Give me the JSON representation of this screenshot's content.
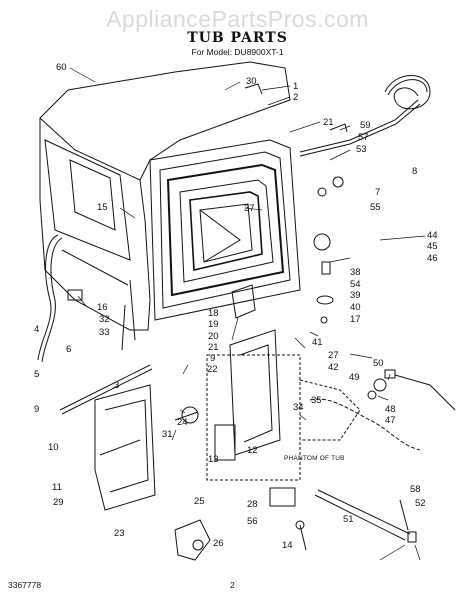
{
  "watermark": "AppliancePartsPros.com",
  "title": "TUB PARTS",
  "subtitle": "For Model: DU8900XT-1",
  "doc_number": "3367778",
  "page_number": "2",
  "phantom_label": "PHANTOM OF TUB",
  "callouts": [
    "60",
    "30",
    "1",
    "2",
    "21",
    "59",
    "57",
    "53",
    "8",
    "7",
    "55",
    "37",
    "15",
    "44",
    "45",
    "46",
    "38",
    "54",
    "39",
    "40",
    "17",
    "16",
    "32",
    "33",
    "4",
    "6",
    "18",
    "19",
    "20",
    "21",
    "9",
    "22",
    "5",
    "41",
    "27",
    "42",
    "50",
    "49",
    "48",
    "47",
    "3",
    "9",
    "24",
    "31",
    "34",
    "35",
    "13",
    "12",
    "10",
    "11",
    "29",
    "23",
    "25",
    "26",
    "28",
    "56",
    "14",
    "51",
    "58",
    "52"
  ]
}
